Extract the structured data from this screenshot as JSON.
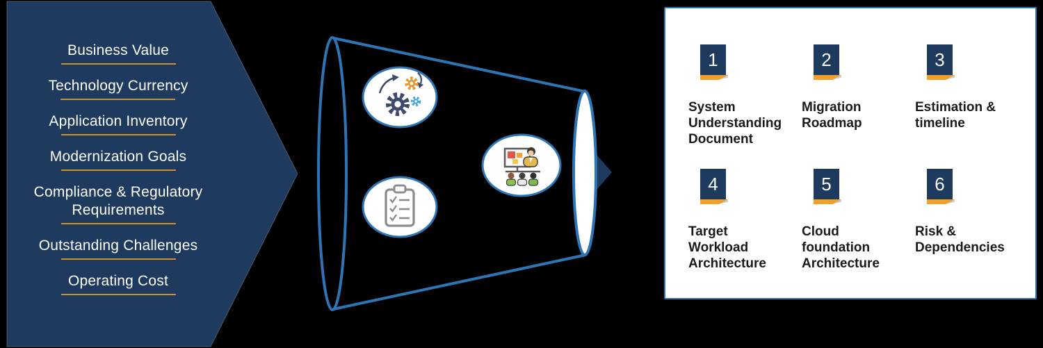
{
  "background_color": "#000000",
  "left_panel": {
    "name": "assessment-inputs-arrow",
    "bg_color": "#1E3A5F",
    "underline_color": "#C9922F",
    "text_color": "#FFFFFF",
    "items": [
      {
        "label": "Business Value"
      },
      {
        "label": "Technology Currency"
      },
      {
        "label": "Application Inventory"
      },
      {
        "label": "Modernization Goals"
      },
      {
        "label": "Compliance & Regulatory\nRequirements"
      },
      {
        "label": "Outstanding Challenges"
      },
      {
        "label": "Operating Cost"
      }
    ]
  },
  "funnel": {
    "name": "assessment-funnel",
    "outline_color": "#2E75B6",
    "exit_arrow_color": "#1E3A5F",
    "icons": [
      {
        "name": "gears-process-icon"
      },
      {
        "name": "checklist-clipboard-icon"
      },
      {
        "name": "presentation-meeting-icon"
      }
    ]
  },
  "right_panel": {
    "name": "assessment-outputs",
    "bg_color": "#FFFFFF",
    "border_color": "#2E75B6",
    "badge_bg_color": "#1F3A5E",
    "badge_ribbon_color": "#F0A02B",
    "items": [
      {
        "number": "1",
        "label": "System\nUnderstanding\nDocument"
      },
      {
        "number": "2",
        "label": "Migration\nRoadmap"
      },
      {
        "number": "3",
        "label": "Estimation &\ntimeline"
      },
      {
        "number": "4",
        "label": "Target\nWorkload\nArchitecture"
      },
      {
        "number": "5",
        "label": "Cloud\nfoundation\nArchitecture"
      },
      {
        "number": "6",
        "label": "Risk &\nDependencies"
      }
    ]
  }
}
